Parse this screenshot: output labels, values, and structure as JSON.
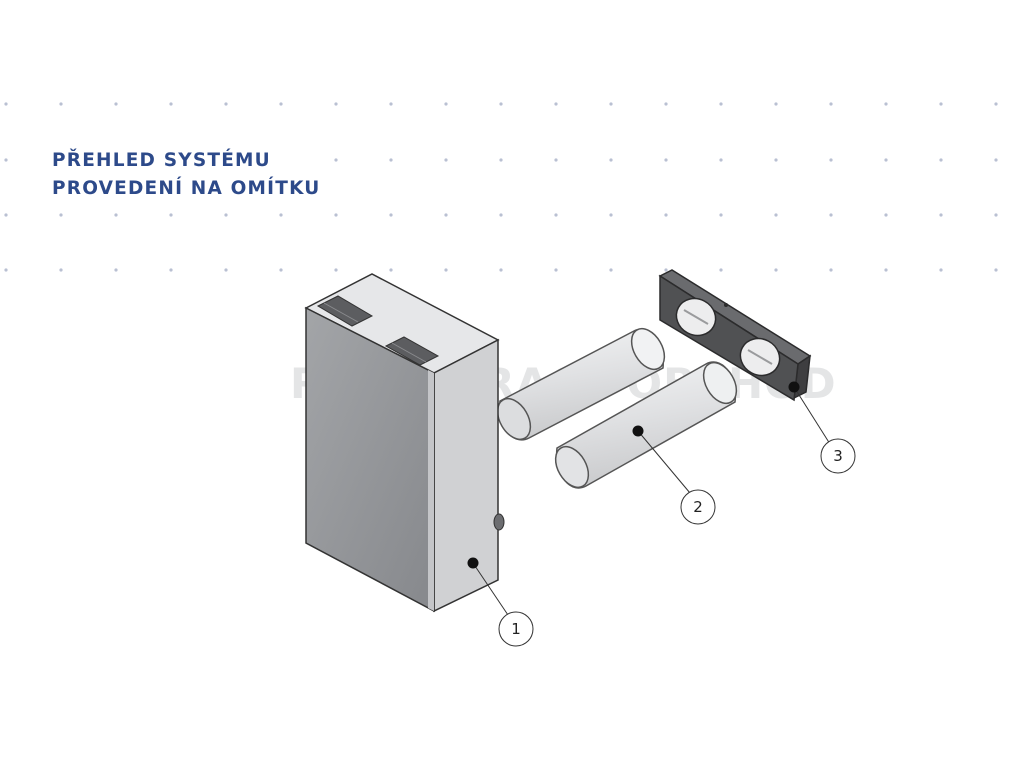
{
  "heading": {
    "line1": "PŘEHLED SYSTÉMU",
    "line2": "PROVEDENÍ NA OMÍTKU"
  },
  "watermark": {
    "text": "REKUPERACE OBCHOD"
  },
  "callouts": [
    {
      "label": "1",
      "target": "ventilation-unit"
    },
    {
      "label": "2",
      "target": "duct-pipes"
    },
    {
      "label": "3",
      "target": "wall-plate"
    }
  ],
  "colors": {
    "heading": "#2d4a8a",
    "dots": "#b9c0d2",
    "box_front": "#8f9195",
    "box_side": "#d3d4d6",
    "box_top": "#e4e5e7",
    "plate": "#4a4a4c",
    "pipe": "#e7e8ea"
  }
}
